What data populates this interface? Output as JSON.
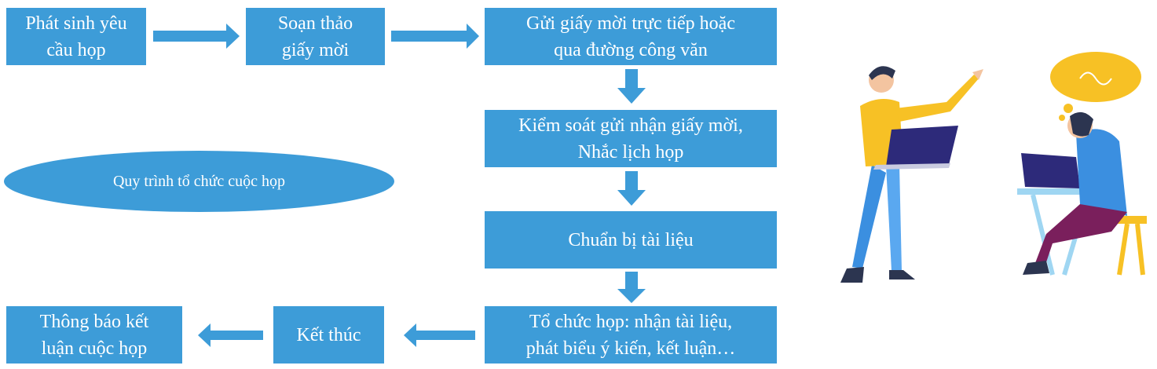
{
  "title": "Quy trình tổ chức cuộc họp",
  "steps": {
    "s1": "Phát sinh yêu\ncầu họp",
    "s2": "Soạn thảo\ngiấy mời",
    "s3": "Gửi giấy mời trực tiếp hoặc\nqua đường công văn",
    "s4": "Kiểm soát gửi nhận giấy mời,\nNhắc lịch họp",
    "s5": "Chuẩn bị tài liệu",
    "s6": "Tổ chức họp: nhận tài liệu,\nphát biểu ý kiến, kết luận…",
    "s7": "Kết thúc",
    "s8": "Thông báo kết\nluận cuộc họp"
  },
  "colors": {
    "box": "#3d9cd8",
    "text": "#ffffff"
  },
  "illustration": [
    "man-with-laptop-pointing-icon",
    "thinking-man-at-desk-icon"
  ]
}
